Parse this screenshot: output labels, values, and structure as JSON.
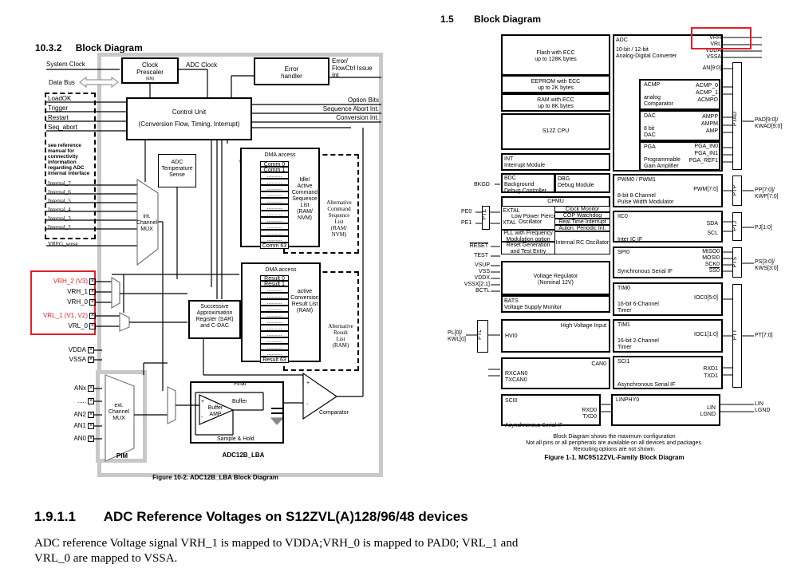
{
  "left_diagram": {
    "section_number": "10.3.2",
    "section_title": "Block Diagram",
    "caption": "Figure 10-2. ADC12B_LBA Block Diagram",
    "inputs": {
      "system_clock": "System Clock",
      "data_bus": "Data Bus"
    },
    "dashed_signals": [
      "LoadOK",
      "Trigger",
      "Restart",
      "Seq_abort"
    ],
    "reference_note": "see reference manual for connectivity information regarding ADC internal interface",
    "internal_signals": [
      "Internal_7",
      "Internal_6",
      "Internal_5",
      "Internal_4",
      "Internal_3",
      "Internal_2"
    ],
    "vreg_sense": "VREG_sense",
    "clock_prescaler": {
      "line1": "Clock",
      "line2": "Prescaler",
      "en": "(EN)"
    },
    "adc_clock": "ADC Clock",
    "error_handler": {
      "line1": "Error",
      "line2": "handler"
    },
    "error_output": {
      "line1": "Error/",
      "line2": "FlowCtrl Issue",
      "line3": "Int."
    },
    "control_unit": {
      "title": "Control Unit",
      "subtitle": "(Conversion Flow, Timing, Interrupt)"
    },
    "outputs": [
      "Option Bits",
      "Sequence Abort Int.",
      "Conversion Int."
    ],
    "temp_sense": {
      "line1": "ADC",
      "line2": "Temperature",
      "line3": "Sense"
    },
    "int_mux": {
      "line1": "int.",
      "line2": "Channel",
      "line3": "MUX"
    },
    "command_dma": {
      "title": "DMA access",
      "first": "Comm 0",
      "second": "Comm 1",
      "filler": "..........",
      "last": "Comm 63",
      "list_label": [
        "Idle/",
        "Active",
        "Command",
        "Sequence",
        "List",
        "(RAM/",
        "NVM)"
      ],
      "alt_label": [
        "Alternative",
        "Command",
        "Sequence",
        "List",
        "(RAM/",
        "NVM)"
      ]
    },
    "result_dma": {
      "title": "DMA access",
      "first": "Result 0",
      "second": "Result 1",
      "filler": "..........",
      "last": "Result 63",
      "list_label": [
        "active",
        "Conversion",
        "Result List",
        "(RAM)"
      ],
      "alt_label": [
        "Alternative",
        "Result",
        "List",
        "(RAM)"
      ]
    },
    "ref_pins": [
      {
        "name": "VRH_2 (V3)",
        "highlight": true
      },
      {
        "name": "VRH_1",
        "highlight": false
      },
      {
        "name": "VRH_0",
        "highlight": false
      },
      {
        "name": "VRL_1 (V1, V2)",
        "highlight": true
      },
      {
        "name": "VRL_0",
        "highlight": false
      }
    ],
    "supply_pins": [
      "VDDA",
      "VSSA"
    ],
    "sar": {
      "line1": "Successive",
      "line2": "Approximation",
      "line3": "Register (SAR)",
      "line4": "and C-DAC"
    },
    "analog_pins": [
      "ANx",
      ".....",
      "AN2",
      "AN1",
      "AN0"
    ],
    "ext_mux": {
      "line1": "ext.",
      "line2": "Channel",
      "line3": "MUX"
    },
    "pim": "PIM",
    "sample_hold": {
      "title": "Sample & Hold",
      "final": "Final",
      "buffer": "Buffer",
      "amp1": "Buffer",
      "amp2": "AMP",
      "plus": "+",
      "minus": "-"
    },
    "comparator": {
      "label": "Comparator",
      "plus": "+",
      "minus": "-"
    },
    "adc_block_label": "ADC12B_LBA",
    "highlight_color": "#e0202a"
  },
  "right_diagram": {
    "section_number": "1.5",
    "section_title": "Block Diagram",
    "memory": {
      "flash": {
        "line1": "Flash with ECC",
        "line2": "up to 128K bytes"
      },
      "eeprom": {
        "line1": "EEPROM with ECC",
        "line2": "up to 2K bytes"
      },
      "ram": {
        "line1": "RAM with ECC",
        "line2": "up to 8K bytes"
      },
      "cpu": "S12Z CPU",
      "int": {
        "line1": "INT",
        "line2": "Interrupt Module"
      }
    },
    "adc": {
      "title": "ADC",
      "desc1": "10-bit / 12-bit",
      "desc2": "Analog-Digital Converter",
      "pins": [
        "VRH",
        "VRL",
        "VDDA",
        "VSSA",
        "AN[9:0]"
      ]
    },
    "acmp": {
      "title": "ACMP",
      "desc1": "analog",
      "desc2": "Comparator",
      "pins": [
        "ACMP_0",
        "ACMP_1",
        "ACMPO"
      ]
    },
    "dac": {
      "title": "DAC",
      "desc1": "8 bit",
      "desc2": "DAC",
      "pins": [
        "AMPP",
        "AMPM",
        "AMP"
      ]
    },
    "pga": {
      "title": "PGA",
      "desc1": "Programmable",
      "desc2": "Gain Amplifier",
      "pins": [
        "PGA_IN0",
        "PGA_IN1",
        "PGA_REF1"
      ]
    },
    "ptad": {
      "label": "PTAD",
      "ext1": "PAD[9:0]/",
      "ext2": "KWAD[9:0]"
    },
    "bdc": {
      "line1": "BDC",
      "line2": "Background",
      "line3": "Debug Controller",
      "pin": "BKGD"
    },
    "dbg": {
      "line1": "DBG",
      "line2": "Debug Module"
    },
    "cpmu": {
      "title": "CPMU",
      "extal": "EXTAL",
      "osc1": "Low Power Pierce",
      "osc2": "Oscillator",
      "xtal": "XTAL",
      "right_items": [
        "Clock Monitor",
        "COP Watchdog",
        "Real Time Interrupt",
        "Auton. Periodic Int."
      ],
      "pll1": "PLL with Frequency",
      "pll2": "Modulation option",
      "irc": "Internal RC Oscillator",
      "reset1": "Reset Generation",
      "reset2": "and Test Entry"
    },
    "pte": {
      "label": "PTE",
      "pins": [
        "PE0",
        "PE1"
      ]
    },
    "reset_pins": [
      "RESET",
      "TEST"
    ],
    "vreg": {
      "line1": "Voltage Regulator",
      "line2": "(Nominal 12V)",
      "pins": [
        "VSUP",
        "VSS",
        "VDDX",
        "VSSX[2:1]",
        "BCTL"
      ]
    },
    "bats": {
      "line1": "BATS",
      "line2": "Voltage Supply Monitor"
    },
    "hvi": {
      "title": "High Voltage Input",
      "pin": "HVI0"
    },
    "ptl": {
      "label": "PTL",
      "ext1": "PL[0]/",
      "ext2": "KWL[0]"
    },
    "can": {
      "title": "CAN0",
      "pins": [
        "RXCAN0",
        "TXCAN0"
      ]
    },
    "sci0": {
      "title": "SCI0",
      "desc": "Asynchronous Serial IF",
      "pins": [
        "RXD0",
        "TXD0"
      ]
    },
    "pwm": {
      "title": "PWM0 / PWM1",
      "desc1": "8-bit 8-Channel",
      "desc2": "Pulse Width Modulator",
      "pin": "PWM[7:0]"
    },
    "ptp": {
      "label": "PTP",
      "ext1": "PP[7:0]/",
      "ext2": "KWP[7:0]"
    },
    "iic": {
      "title": "IIC0",
      "desc": "Inter IC IF",
      "pins": [
        "SDA",
        "SCL"
      ]
    },
    "ptj": {
      "label": "PTJ",
      "ext": "PJ[1:0]"
    },
    "spi": {
      "title": "SPI0",
      "desc": "Synchronous Serial IF",
      "pins": [
        "MISO0",
        "MOSI0",
        "SCK0",
        "SS0"
      ]
    },
    "pts": {
      "label": "PTS",
      "ext1": "PS[3:0]/",
      "ext2": "KWS[3:0]"
    },
    "tim0": {
      "title": "TIM0",
      "desc1": "16-bit 6-Channel",
      "desc2": "Timer",
      "pin": "IOC0[5:0]"
    },
    "tim1": {
      "title": "TIM1",
      "desc1": "16-bit 2-Channel",
      "desc2": "Timer",
      "pin": "IOC1[1:0]"
    },
    "sci1": {
      "title": "SCI1",
      "desc": "Asynchronous Serial IF",
      "pins": [
        "RXD1",
        "TXD1"
      ]
    },
    "ptt": {
      "label": "PTT",
      "ext": "PT[7:0]"
    },
    "linphy": {
      "title": "LINPHY0",
      "pins": [
        "LIN",
        "LGND"
      ],
      "ext": [
        "LIN",
        "LGND"
      ]
    },
    "notes": [
      "Block Diagram shows the maximum configuration",
      "Not all pins or all peripherals are available on all devices and packages.",
      "Rerouting options are not shown."
    ],
    "caption": "Figure 1-1. MC9S12ZVL-Family Block Diagram",
    "highlight_color": "#e0202a"
  },
  "bottom_section": {
    "number": "1.9.1.1",
    "title": "ADC Reference Voltages on S12ZVL(A)128/96/48 devices",
    "line1": "ADC reference Voltage signal VRH_1 is mapped to VDDA;VRH_0 is mapped to PAD0; VRL_1 and",
    "line2": "VRL_0 are mapped to VSSA."
  }
}
